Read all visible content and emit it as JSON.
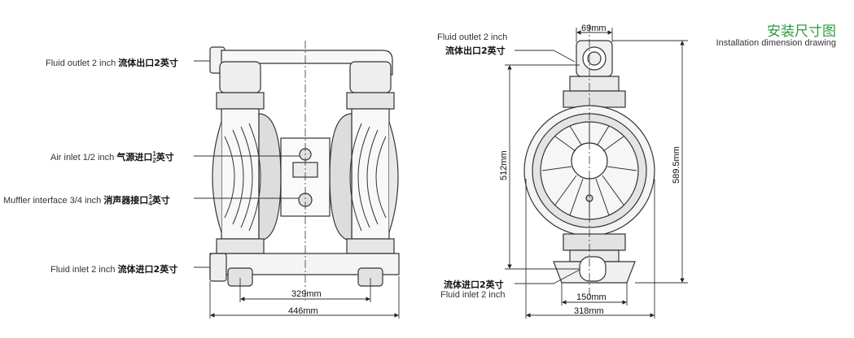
{
  "header": {
    "title_cn": "安装尺寸图",
    "title_en": "Installation dimension drawing"
  },
  "left_view": {
    "labels": {
      "fluid_outlet_en": "Fluid outlet 2 inch",
      "fluid_outlet_cn": "流体出口2英寸",
      "air_inlet_en": "Air inlet 1/2 inch",
      "air_inlet_cn": "气源进口",
      "air_inlet_frac_num": "1",
      "air_inlet_frac_den": "2",
      "air_inlet_unit": "英寸",
      "muffler_en": "Muffler interface 3/4 inch",
      "muffler_cn": "消声器接口",
      "muffler_frac_num": "3",
      "muffler_frac_den": "4",
      "muffler_unit": "英寸",
      "fluid_inlet_en": "Fluid inlet 2 inch",
      "fluid_inlet_cn": "流体进口2英寸"
    },
    "dimensions": {
      "inner_width": "329mm",
      "overall_width": "446mm"
    }
  },
  "right_view": {
    "labels": {
      "fluid_outlet_en": "Fluid outlet 2 inch",
      "fluid_outlet_cn": "流体出口2英寸",
      "fluid_inlet_cn": "流体进口2英寸",
      "fluid_inlet_en": "Fluid inlet 2 inch"
    },
    "dimensions": {
      "outlet_width": "69mm",
      "inlet_height": "512mm",
      "overall_height": "589.5mm",
      "base_inner_width": "150mm",
      "base_width": "318mm"
    }
  }
}
